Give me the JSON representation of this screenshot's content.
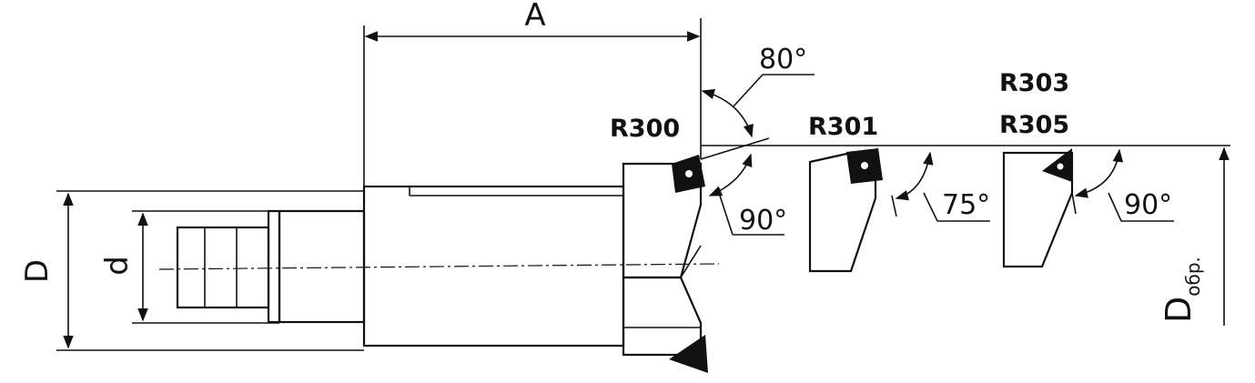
{
  "dimensions": {
    "A": "A",
    "D": "D",
    "d": "d",
    "D_processing_main": "D",
    "D_processing_sub": "обр."
  },
  "insert_variants": {
    "r300": "R300",
    "r301": "R301",
    "r303": "R303",
    "r305": "R305"
  },
  "angles": {
    "approach_80": "80°",
    "r300_90": "90°",
    "r301_75": "75°",
    "r303_90": "90°"
  },
  "colors": {
    "ink": "#111111",
    "shade_dark": "#3a3a3a",
    "shade_light": "#bdbdbd",
    "paper": "#ffffff"
  }
}
